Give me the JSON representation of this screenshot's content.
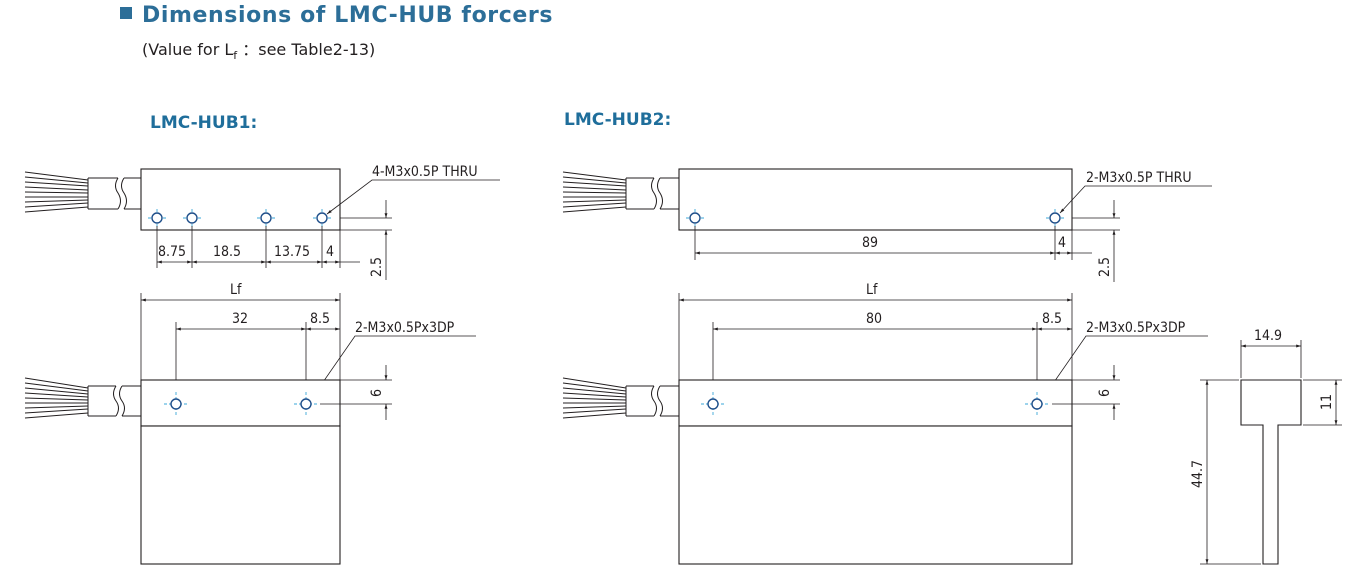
{
  "heading": "Dimensions of LMC-HUB forcers",
  "note": {
    "prefix": "(Value for L",
    "sub": "f",
    "suffix": " ：see Table2-13)"
  },
  "hub1": {
    "title": "LMC-HUB1:",
    "thru_callout": "4-M3x0.5P THRU",
    "tap_callout": "2-M3x0.5Px3DP",
    "dim_pitch": [
      "8.75",
      "18.5",
      "13.75",
      "4"
    ],
    "dim_edge": "2.5",
    "dim_length": "Lf",
    "dim_tap_pitch": "32",
    "dim_tap_end": "8.5",
    "dim_tap_edge": "6"
  },
  "hub2": {
    "title": "LMC-HUB2:",
    "thru_callout": "2-M3x0.5P THRU",
    "tap_callout": "2-M3x0.5Px3DP",
    "dim_pitch": "89",
    "dim_end": "4",
    "dim_edge": "2.5",
    "dim_length": "Lf",
    "dim_tap_pitch": "80",
    "dim_tap_end": "8.5",
    "dim_tap_edge": "6"
  },
  "profile": {
    "dim_width": "14.9",
    "dim_head": "11",
    "dim_height": "44.7"
  },
  "colors": {
    "heading": "#2c6e98",
    "hole": "#1f4f8a",
    "centerline": "#3aa7d8"
  }
}
